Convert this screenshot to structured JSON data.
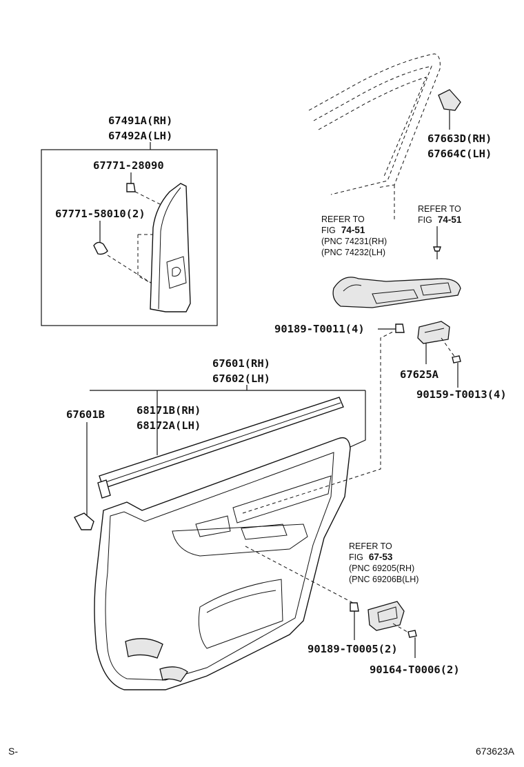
{
  "labels": {
    "pillar_garnish_rh": "67491A(RH)",
    "pillar_garnish_lh": "67492A(LH)",
    "clip_a": "67771-28090",
    "clip_b": "67771-58010(2)",
    "corner_cover_rh": "67663D(RH)",
    "corner_cover_lh": "67664C(LH)",
    "clip_c": "90189-T0011(4)",
    "bracket": "67625A",
    "screw_a": "90159-T0013(4)",
    "trim_board_rh": "67601(RH)",
    "trim_board_lh": "67602(LH)",
    "clip_d": "67601B",
    "weatherstrip_rh": "68171B(RH)",
    "weatherstrip_lh": "68172A(LH)",
    "clip_e": "90189-T0005(2)",
    "screw_b": "90164-T0006(2)"
  },
  "refs": {
    "armrest": {
      "line1": "REFER TO",
      "line2_prefix": "FIG",
      "line2_fig": "74-51",
      "line3": "(PNC 74231(RH)",
      "line4": "(PNC 74232(LH)"
    },
    "screw_top": {
      "line1": "REFER TO",
      "line2_prefix": "FIG",
      "line2_fig": "74-51"
    },
    "handle": {
      "line1": "REFER TO",
      "line2_prefix": "FIG",
      "line2_fig": "67-53",
      "line3": "(PNC 69205(RH)",
      "line4": "(PNC 69206B(LH)"
    }
  },
  "footer": {
    "left": "S-",
    "right": "673623A"
  }
}
